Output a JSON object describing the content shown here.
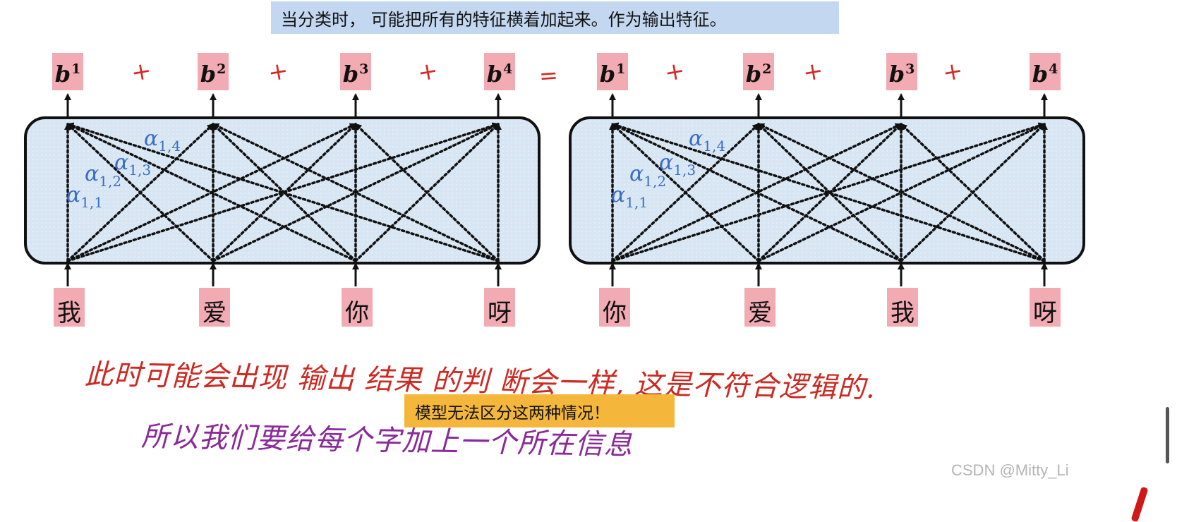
{
  "top_banner": "当分类时， 可能把所有的特征横着加起来。作为输出特征。",
  "left_panel": {
    "outputs": [
      {
        "base": "b",
        "sup": "1"
      },
      {
        "base": "b",
        "sup": "2"
      },
      {
        "base": "b",
        "sup": "3"
      },
      {
        "base": "b",
        "sup": "4"
      }
    ],
    "inputs": [
      "我",
      "爱",
      "你",
      "呀"
    ],
    "alphas": [
      {
        "base": "α",
        "sub": "1,1"
      },
      {
        "base": "α",
        "sub": "1,2"
      },
      {
        "base": "α",
        "sub": "1,3"
      },
      {
        "base": "α",
        "sub": "1,4"
      }
    ]
  },
  "right_panel": {
    "outputs": [
      {
        "base": "b",
        "sup": "1"
      },
      {
        "base": "b",
        "sup": "2"
      },
      {
        "base": "b",
        "sup": "3"
      },
      {
        "base": "b",
        "sup": "4"
      }
    ],
    "inputs": [
      "你",
      "爱",
      "我",
      "呀"
    ],
    "alphas": [
      {
        "base": "α",
        "sub": "1,1"
      },
      {
        "base": "α",
        "sub": "1,2"
      },
      {
        "base": "α",
        "sub": "1,3"
      },
      {
        "base": "α",
        "sub": "1,4"
      }
    ]
  },
  "handwriting": {
    "plus": "+",
    "equals": "=",
    "red_note": "此时可能会出现 输出 结果 的判 断会一样, 这是不符合逻辑的.",
    "purple_note": "所以我们要给每个字加上一个所在信息"
  },
  "callout": "模型无法区分这两种情况！",
  "watermark": "CSDN @Mitty_Li",
  "colors": {
    "panel_fill": "#d8e6f4",
    "token_box": "#f2aab3",
    "banner": "#c3d7f1",
    "callout": "#f4b73c",
    "alpha_text": "#3a6dc4",
    "red_ink": "#cc2a22",
    "purple_ink": "#8a2a9a"
  }
}
